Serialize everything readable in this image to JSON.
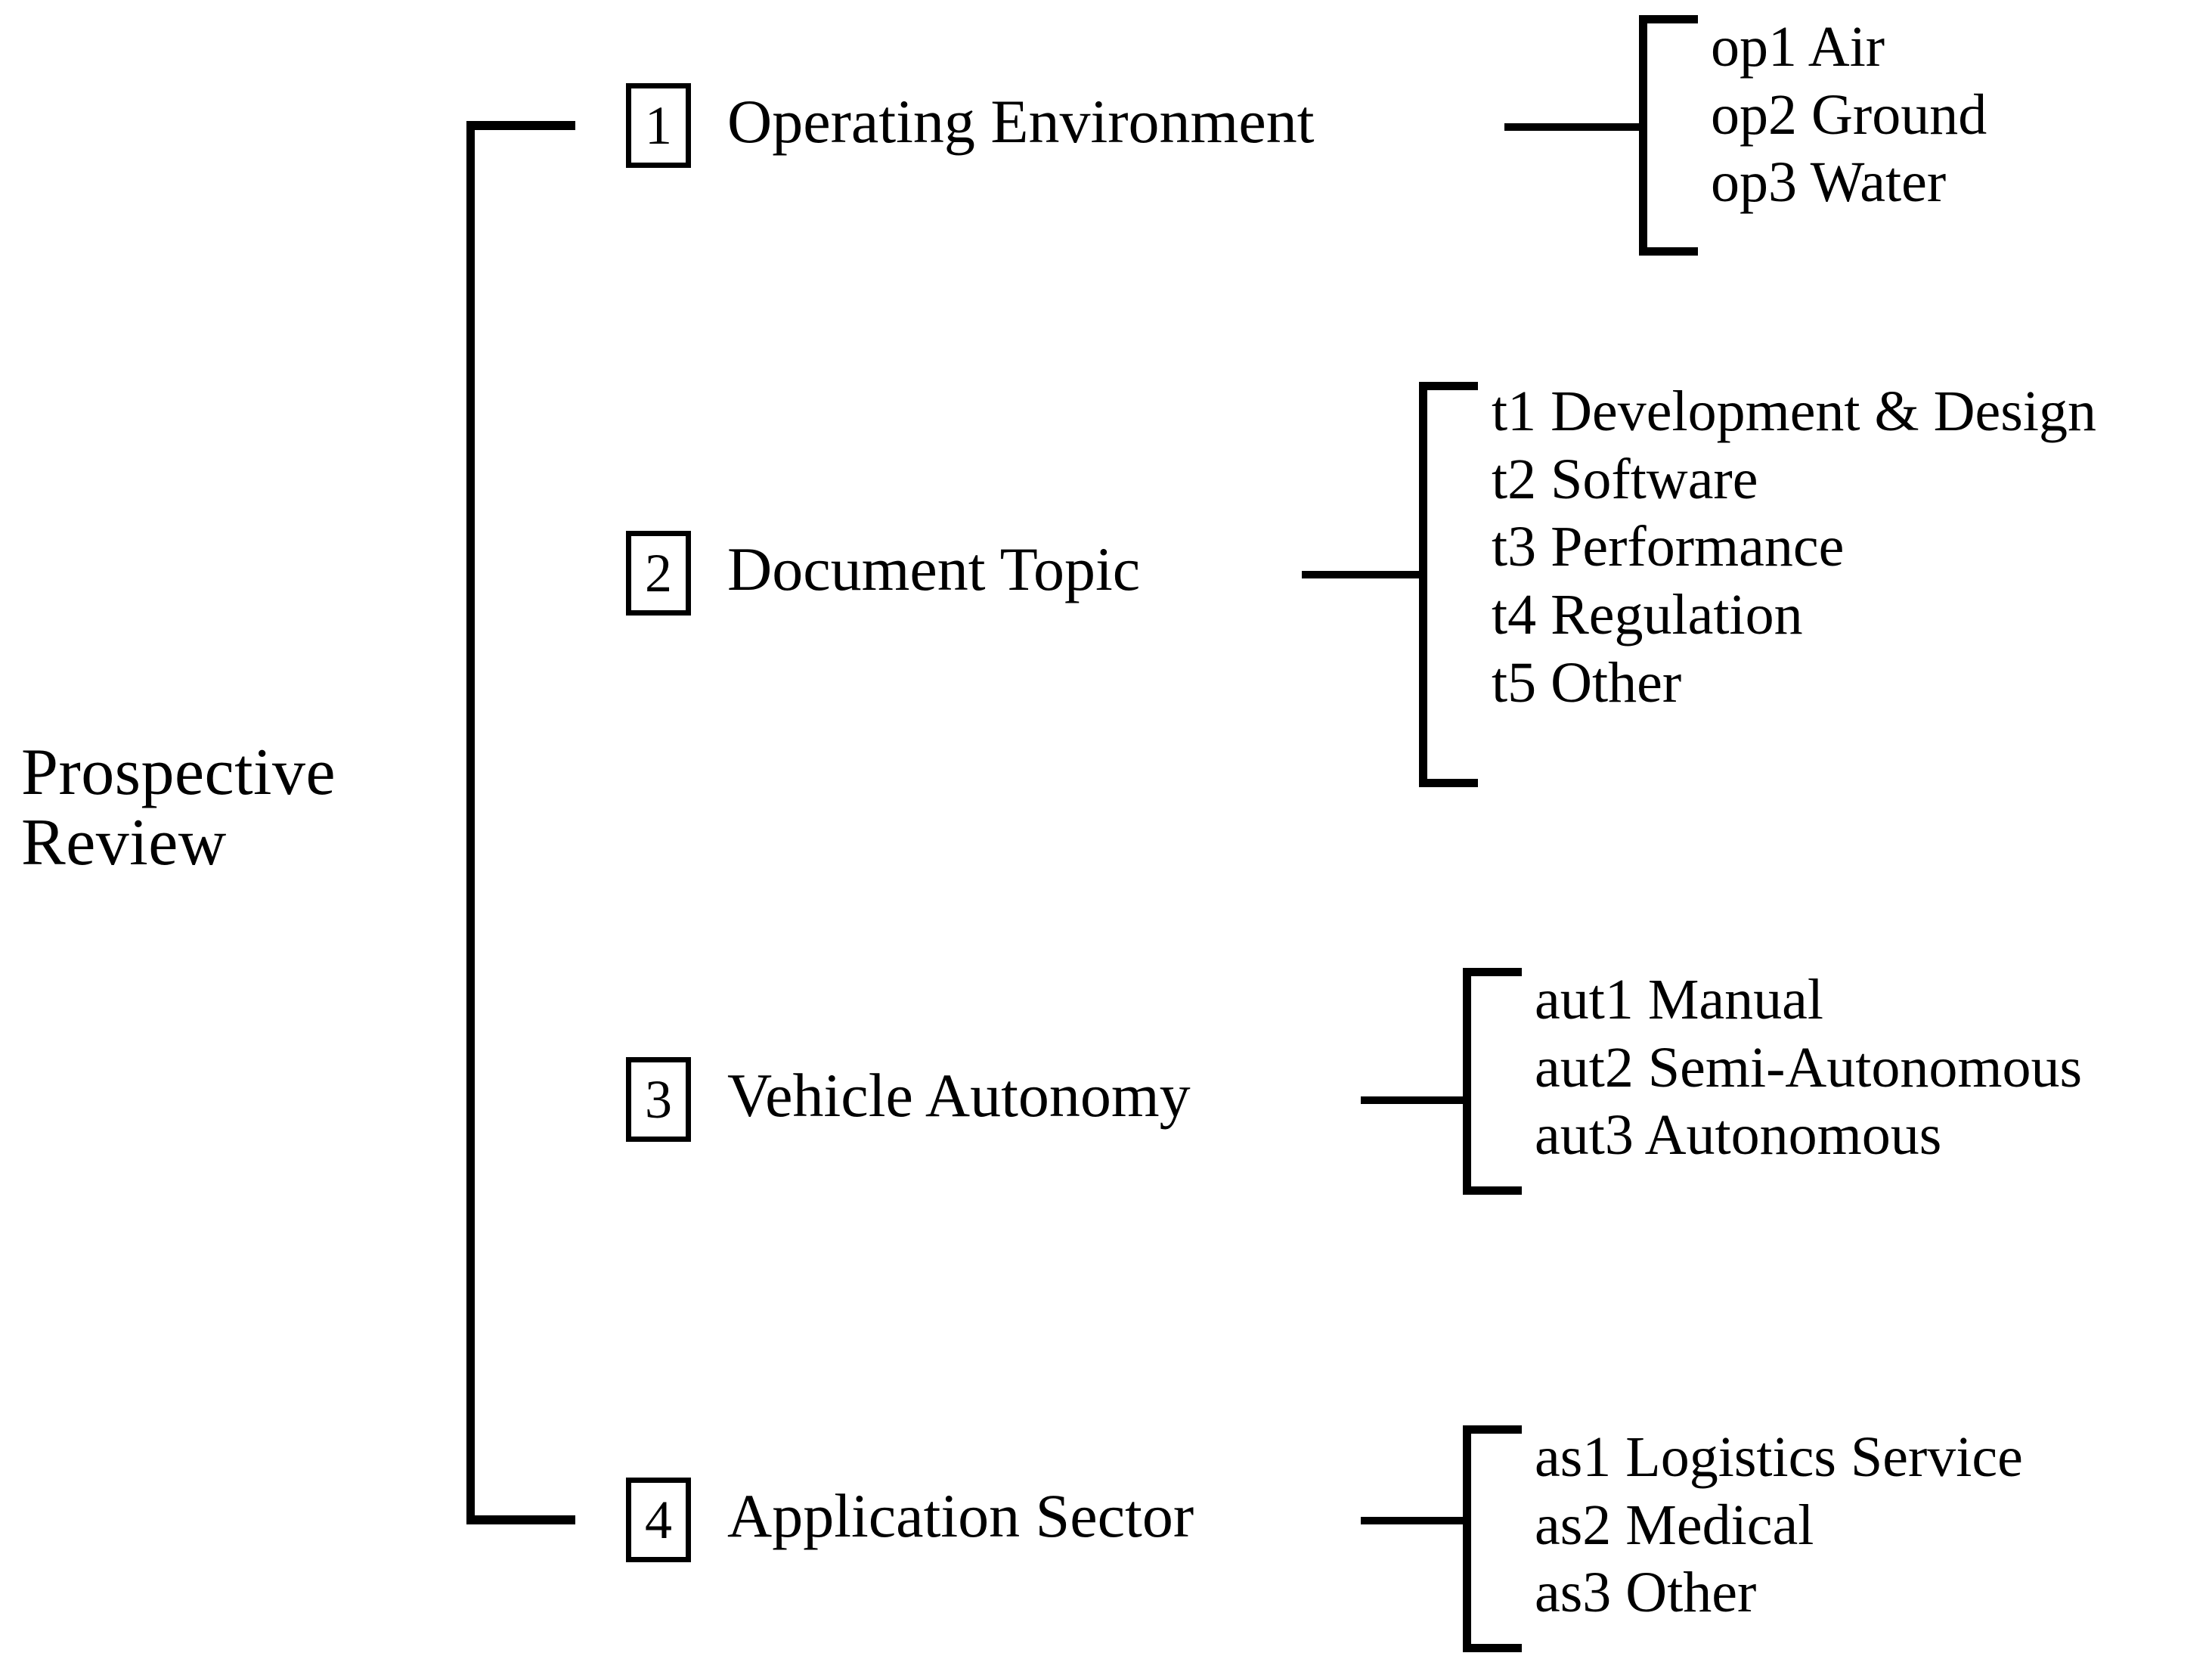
{
  "diagram": {
    "type": "tree-taxonomy",
    "root": {
      "label": "Prospective\nReview"
    },
    "branches": [
      {
        "number": "1",
        "label": "Operating Environment",
        "items": [
          "op1 Air",
          "op2 Ground",
          "op3  Water"
        ]
      },
      {
        "number": "2",
        "label": "Document Topic",
        "items": [
          "t1 Development & Design",
          "t2 Software",
          "t3 Performance",
          "t4 Regulation",
          "t5 Other"
        ]
      },
      {
        "number": "3",
        "label": "Vehicle Autonomy",
        "items": [
          "aut1 Manual",
          "aut2 Semi-Autonomous",
          "aut3 Autonomous"
        ]
      },
      {
        "number": "4",
        "label": "Application Sector",
        "items": [
          "as1 Logistics Service",
          "as2 Medical",
          "as3 Other"
        ]
      }
    ],
    "colors": {
      "ink": "#000000",
      "background": "#ffffff"
    }
  }
}
